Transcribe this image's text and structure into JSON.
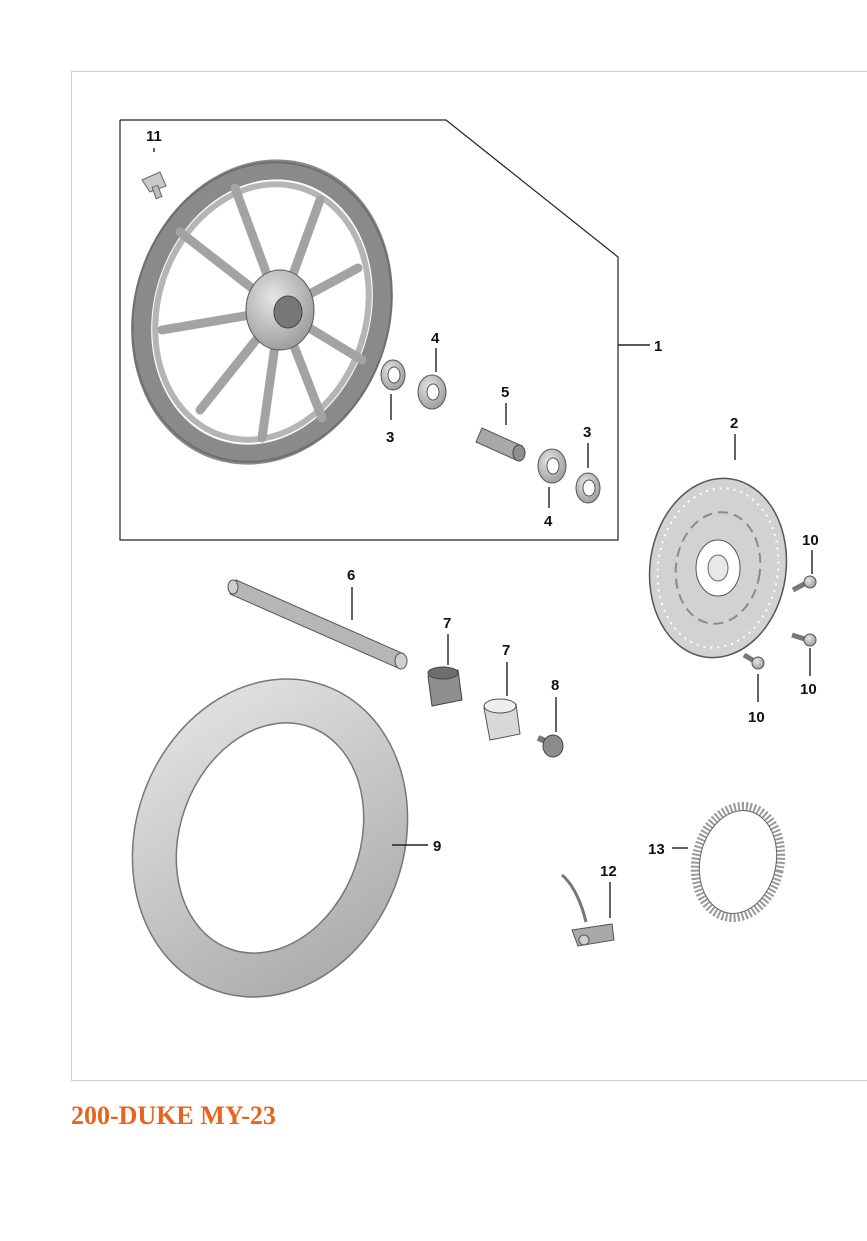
{
  "caption": "200-DUKE MY-23",
  "colors": {
    "caption": "#e8641e",
    "part_fill": "#bfbfbf",
    "part_stroke": "#555555"
  },
  "callouts": {
    "wheel_assembly": "1",
    "brake_disc": "2",
    "seal_ring_left": "3",
    "seal_ring_right": "3",
    "bearing_left": "4",
    "bearing_right": "4",
    "spacer": "5",
    "axle": "6",
    "spacer_sleeve_a": "7",
    "spacer_sleeve_b": "7",
    "bolt": "8",
    "tyre": "9",
    "disc_screw_a": "10",
    "disc_screw_b": "10",
    "disc_screw_c": "10",
    "valve": "11",
    "abs_sensor": "12",
    "sensor_ring": "13"
  }
}
